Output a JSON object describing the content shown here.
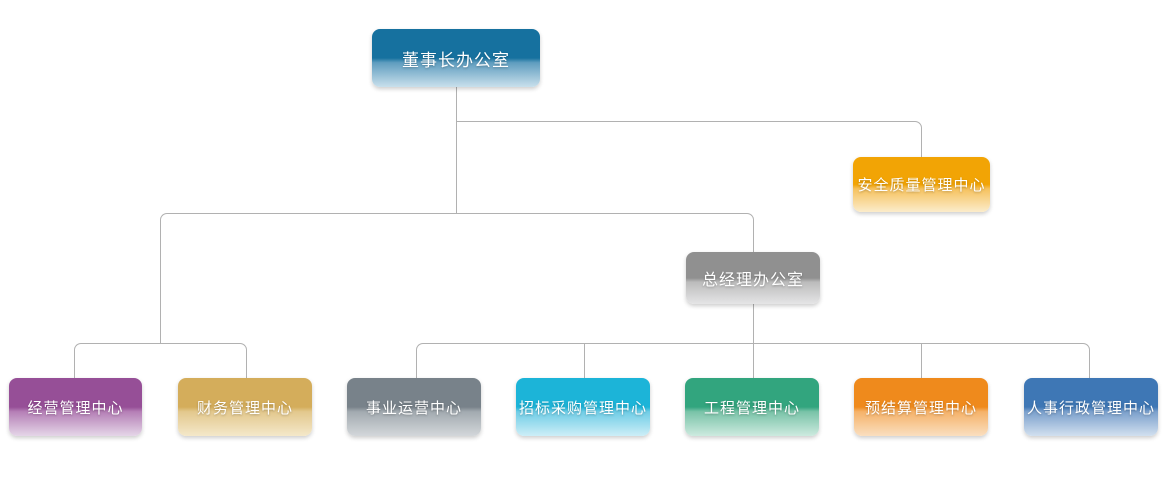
{
  "org": {
    "line_color": "#b1b1b1",
    "nodes": [
      {
        "id": "chairman-office",
        "label": "董事长办公室",
        "color_top": "#16719f",
        "color_mid": "#5f9dbf",
        "color_light": "#c9e0ec"
      },
      {
        "id": "safety-quality-center",
        "label": "安全质量管理中心",
        "color_top": "#f2a405",
        "color_mid": "#f6c25e",
        "color_light": "#fbeccb"
      },
      {
        "id": "general-manager-office",
        "label": "总经理办公室",
        "color_top": "#909090",
        "color_mid": "#bcbcbc",
        "color_light": "#e5e5e6"
      },
      {
        "id": "business-mgmt-center",
        "label": "经营管理中心",
        "color_top": "#964f97",
        "color_mid": "#b57fb6",
        "color_light": "#e5d6e8"
      },
      {
        "id": "finance-mgmt-center",
        "label": "财务管理中心",
        "color_top": "#d4ad5b",
        "color_mid": "#e3c88d",
        "color_light": "#f4e8ca"
      },
      {
        "id": "operations-center",
        "label": "事业运营中心",
        "color_top": "#78828a",
        "color_mid": "#a2aab0",
        "color_light": "#d3d7da"
      },
      {
        "id": "bidding-procurement-center",
        "label": "招标采购管理中心",
        "color_top": "#1cb4d8",
        "color_mid": "#6fcde6",
        "color_light": "#cdeef7"
      },
      {
        "id": "engineering-mgmt-center",
        "label": "工程管理中心",
        "color_top": "#32a57e",
        "color_mid": "#79c3a8",
        "color_light": "#cdeadf"
      },
      {
        "id": "budget-settlement-center",
        "label": "预结算管理中心",
        "color_top": "#ef8a1c",
        "color_mid": "#f5b269",
        "color_light": "#fadfc0"
      },
      {
        "id": "hr-admin-center",
        "label": "人事行政管理中心",
        "color_top": "#3e77b5",
        "color_mid": "#7ba0cc",
        "color_light": "#d2e0ef"
      }
    ]
  }
}
